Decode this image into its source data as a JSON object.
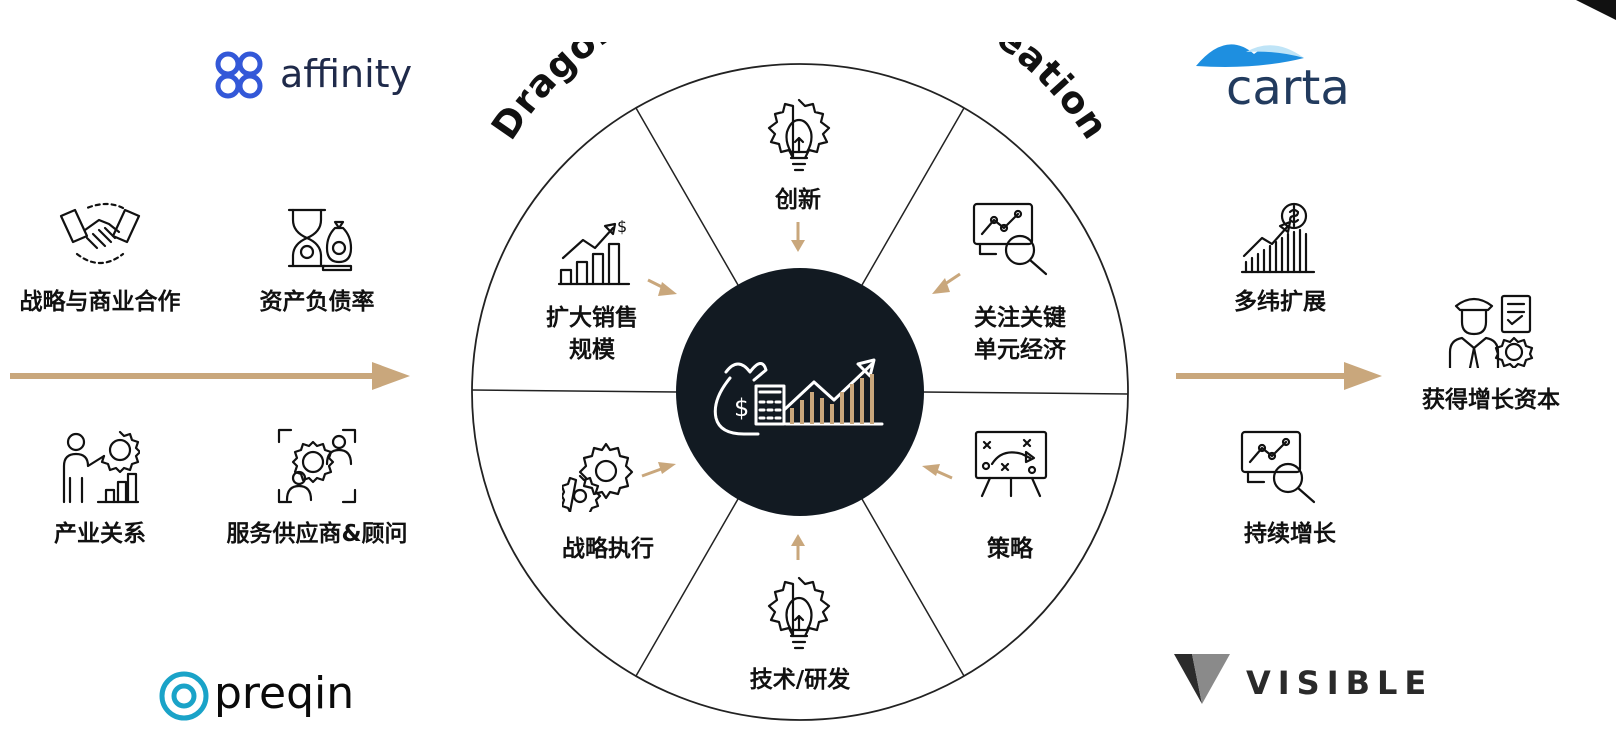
{
  "title": "DragonX Capital Value Creation",
  "colors": {
    "accent": "#c9a77c",
    "dark": "#121a22",
    "text": "#111111"
  },
  "left_group": [
    {
      "label": "战略与商业合作",
      "icon": "handshake-icon"
    },
    {
      "label": "资产负债率",
      "icon": "hourglass-money-icon"
    },
    {
      "label": "产业关系",
      "icon": "person-gear-icon"
    },
    {
      "label": "服务供应商&顾问",
      "icon": "team-gear-icon"
    }
  ],
  "wheel": {
    "center_icon": "money-bag-chart-icon",
    "segments": [
      {
        "label": "创新",
        "icon": "lightbulb-gear-icon"
      },
      {
        "label": "关注关键\n单元经济",
        "icon": "analytics-magnifier-icon"
      },
      {
        "label": "策略",
        "icon": "strategy-board-icon"
      },
      {
        "label": "技术/研发",
        "icon": "lightbulb-gear-icon"
      },
      {
        "label": "战略执行",
        "icon": "gears-icon"
      },
      {
        "label": "扩大销售\n规模",
        "icon": "growth-chart-icon"
      }
    ]
  },
  "right_group": [
    {
      "label": "多纬扩展",
      "icon": "growth-dollar-icon"
    },
    {
      "label": "持续增长",
      "icon": "analytics-magnifier-icon"
    }
  ],
  "outcome": {
    "label": "获得增长资本",
    "icon": "businessman-icon"
  },
  "logos": {
    "affinity": "affinity",
    "carta": "carta",
    "preqin": "preqin",
    "visible": "VISIBLE"
  }
}
